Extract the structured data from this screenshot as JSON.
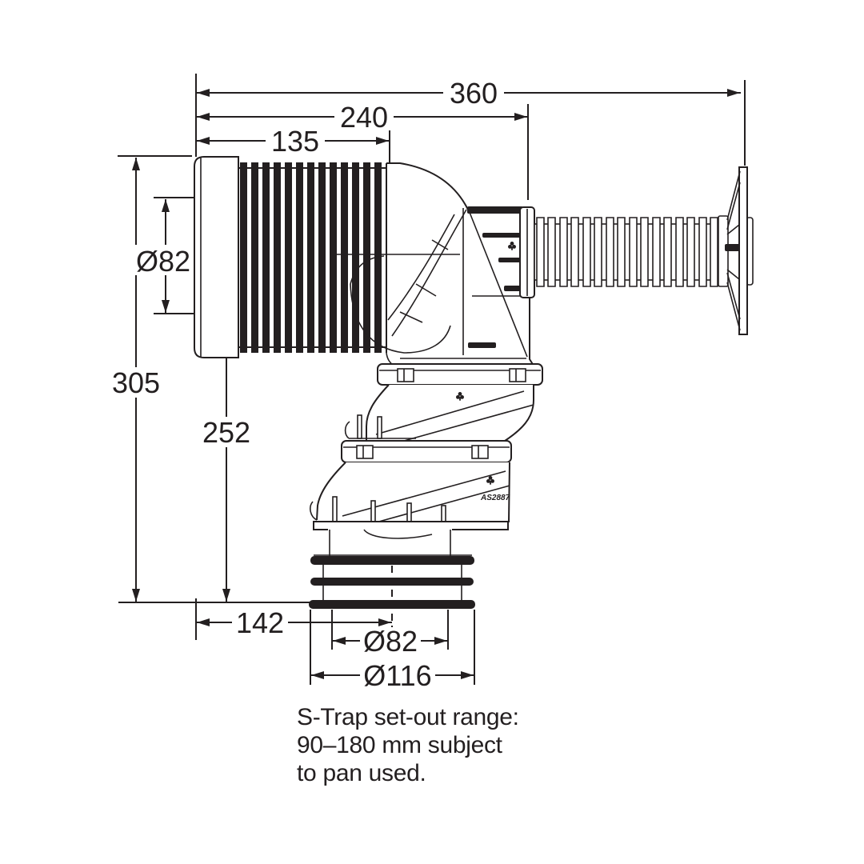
{
  "drawing": {
    "type": "technical-dimension-diagram",
    "colors": {
      "line": "#231f20",
      "background": "#ffffff"
    },
    "dims": {
      "len_360": "360",
      "len_240": "240",
      "len_135": "135",
      "h_305": "305",
      "dia_82_inlet": "Ø82",
      "h_252": "252",
      "w_142": "142",
      "dia_82_outlet": "Ø82",
      "dia_116": "Ø116"
    },
    "note": [
      "S-Trap set-out range:",
      "90–180 mm subject",
      "to pan used."
    ],
    "marking_standard": "AS2887"
  }
}
